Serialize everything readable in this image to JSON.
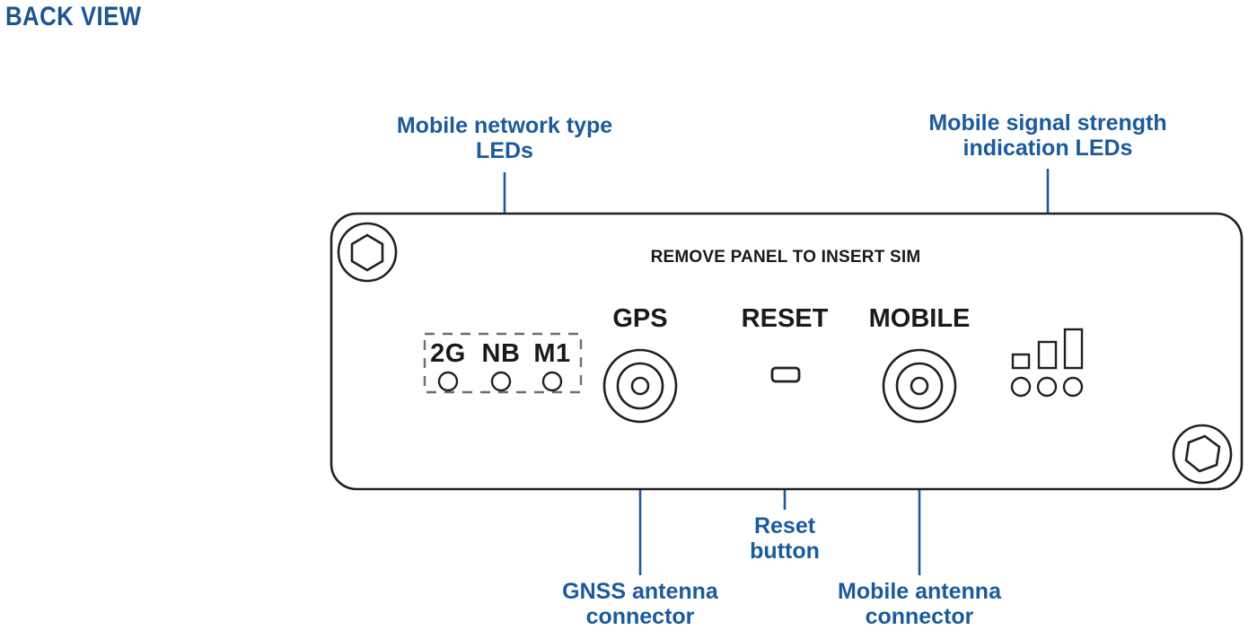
{
  "page": {
    "title": "BACK VIEW",
    "title_color": "#1b5496",
    "callout_color": "#1b5a9c",
    "panel_outline_color": "#231f20",
    "background": "#ffffff"
  },
  "panel": {
    "sim_instruction": "REMOVE PANEL TO INSERT SIM",
    "ports": [
      {
        "name": "gps-port",
        "label": "GPS"
      },
      {
        "name": "reset-port",
        "label": "RESET"
      },
      {
        "name": "mobile-port",
        "label": "MOBILE"
      }
    ],
    "network_type_leds": {
      "labels": [
        "2G",
        "NB",
        "M1"
      ],
      "led_count": 3
    },
    "signal_strength": {
      "bar_count": 3,
      "led_count": 3
    },
    "screws": [
      {
        "name": "screw-top-left"
      },
      {
        "name": "screw-bottom-right"
      }
    ]
  },
  "callouts": [
    {
      "name": "callout-mobile-network-type-leds",
      "text": "Mobile network type\nLEDs"
    },
    {
      "name": "callout-mobile-signal-strength-leds",
      "text": "Mobile signal strength\nindication LEDs"
    },
    {
      "name": "callout-gnss-antenna-connector",
      "text": "GNSS  antenna\nconnector"
    },
    {
      "name": "callout-reset-button",
      "text": "Reset\nbutton"
    },
    {
      "name": "callout-mobile-antenna-connector",
      "text": "Mobile antenna\nconnector"
    }
  ]
}
